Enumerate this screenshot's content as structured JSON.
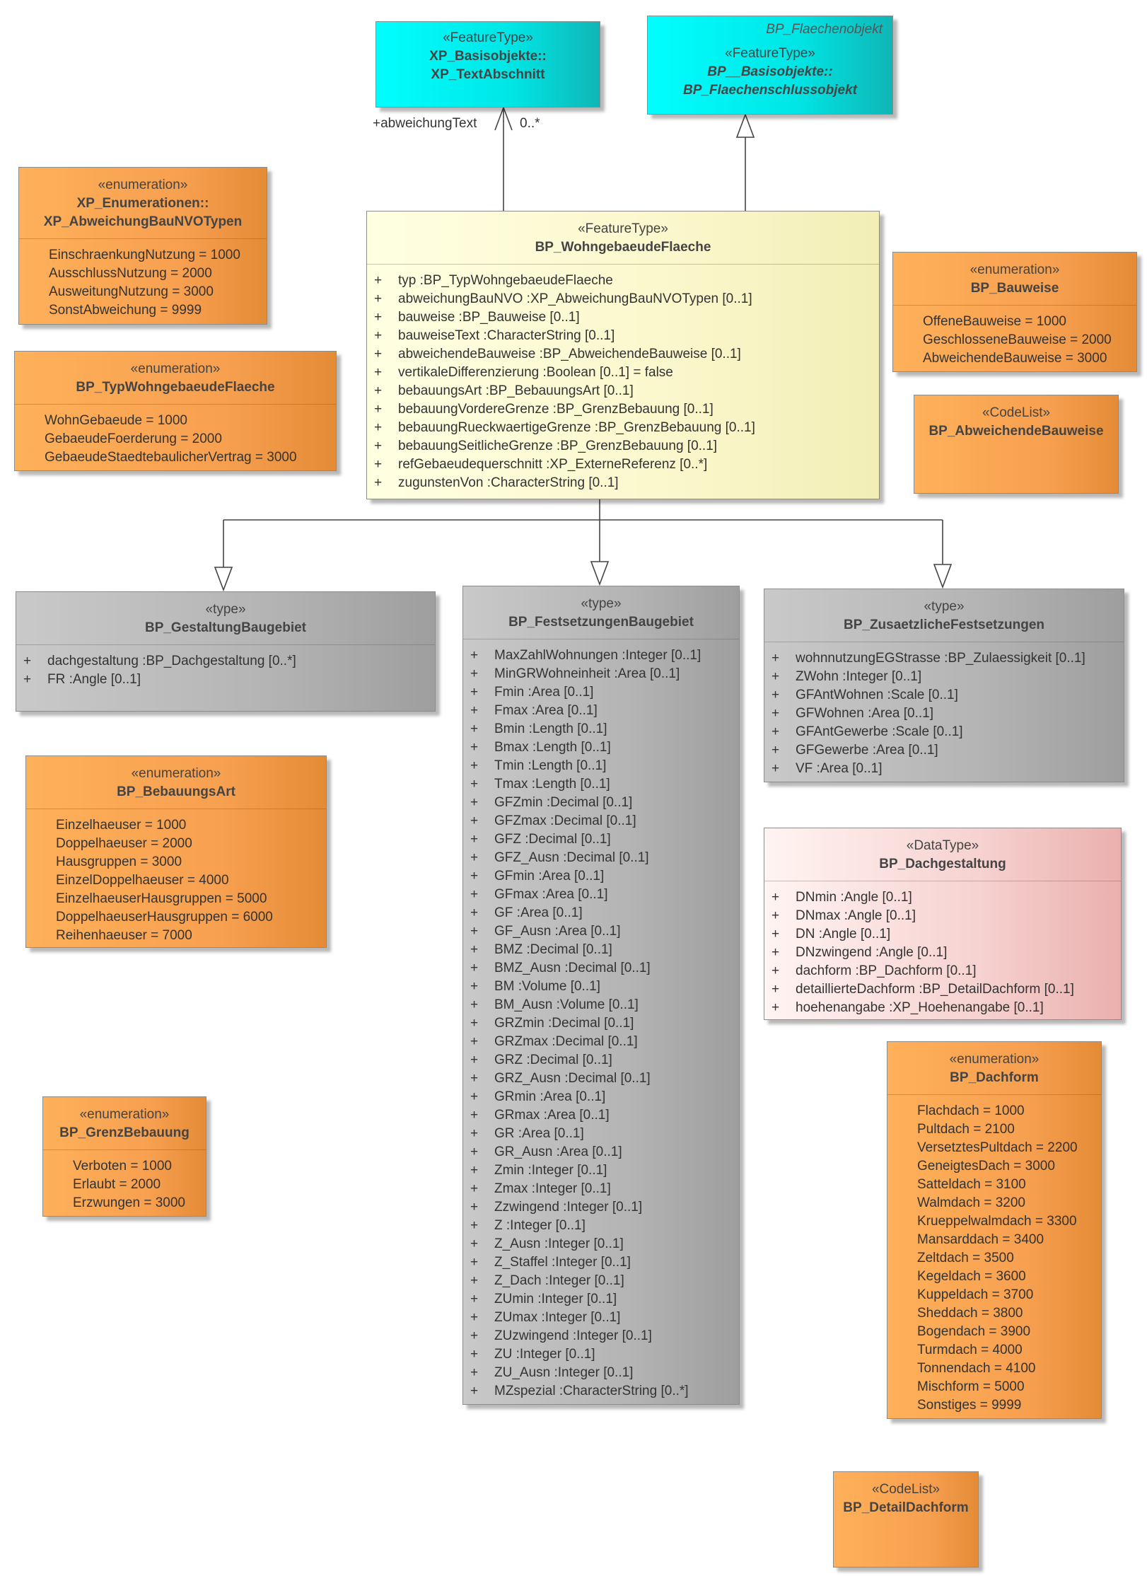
{
  "assoc": {
    "role": "+abweichungText",
    "multiplicity": "0..*"
  },
  "xp_text": {
    "stereotype": "«FeatureType»",
    "name_1": "XP_Basisobjekte::",
    "name_2": "XP_TextAbschnitt"
  },
  "bp_flaechen": {
    "note": "BP_Flaechenobjekt",
    "stereotype": "«FeatureType»",
    "name_1": "BP__Basisobjekte::",
    "name_2": "BP_Flaechenschlussobjekt"
  },
  "enum_abw": {
    "stereotype": "«enumeration»",
    "name_1": "XP_Enumerationen::",
    "name_2": "XP_AbweichungBauNVOTypen",
    "literals": [
      "EinschraenkungNutzung = 1000",
      "AusschlussNutzung = 2000",
      "AusweitungNutzung = 3000",
      "SonstAbweichung = 9999"
    ]
  },
  "enum_typwohn": {
    "stereotype": "«enumeration»",
    "name": "BP_TypWohngebaeudeFlaeche",
    "literals": [
      "WohnGebaeude = 1000",
      "GebaeudeFoerderung = 2000",
      "GebaeudeStaedtebaulicherVertrag = 3000"
    ]
  },
  "main": {
    "stereotype": "«FeatureType»",
    "name": "BP_WohngebaeudeFlaeche",
    "attributes": [
      {
        "vis": "+",
        "text": "typ  :BP_TypWohngebaeudeFlaeche"
      },
      {
        "vis": "+",
        "text": "abweichungBauNVO  :XP_AbweichungBauNVOTypen [0..1]"
      },
      {
        "vis": "+",
        "text": "bauweise  :BP_Bauweise [0..1]"
      },
      {
        "vis": "+",
        "text": "bauweiseText  :CharacterString [0..1]"
      },
      {
        "vis": "+",
        "text": "abweichendeBauweise  :BP_AbweichendeBauweise [0..1]"
      },
      {
        "vis": "+",
        "text": "vertikaleDifferenzierung  :Boolean [0..1] = false"
      },
      {
        "vis": "+",
        "text": "bebauungsArt  :BP_BebauungsArt [0..1]"
      },
      {
        "vis": "+",
        "text": "bebauungVordereGrenze  :BP_GrenzBebauung [0..1]"
      },
      {
        "vis": "+",
        "text": "bebauungRueckwaertigeGrenze  :BP_GrenzBebauung [0..1]"
      },
      {
        "vis": "+",
        "text": "bebauungSeitlicheGrenze  :BP_GrenzBebauung [0..1]"
      },
      {
        "vis": "+",
        "text": "refGebaeudequerschnitt  :XP_ExterneReferenz [0..*]"
      },
      {
        "vis": "+",
        "text": "zugunstenVon  :CharacterString [0..1]"
      }
    ]
  },
  "enum_bauweise": {
    "stereotype": "«enumeration»",
    "name": "BP_Bauweise",
    "literals": [
      "OffeneBauweise = 1000",
      "GeschlosseneBauweise = 2000",
      "AbweichendeBauweise = 3000"
    ]
  },
  "codelist_abw": {
    "stereotype": "«CodeList»",
    "name": "BP_AbweichendeBauweise"
  },
  "gestaltung": {
    "stereotype": "«type»",
    "name": "BP_GestaltungBaugebiet",
    "attributes": [
      {
        "vis": "+",
        "text": "dachgestaltung  :BP_Dachgestaltung [0..*]"
      },
      {
        "vis": "+",
        "text": "FR  :Angle [0..1]"
      }
    ]
  },
  "festsetzungen": {
    "stereotype": "«type»",
    "name": "BP_FestsetzungenBaugebiet",
    "attributes": [
      {
        "vis": "+",
        "text": "MaxZahlWohnungen  :Integer [0..1]"
      },
      {
        "vis": "+",
        "text": "MinGRWohneinheit  :Area [0..1]"
      },
      {
        "vis": "+",
        "text": "Fmin  :Area [0..1]"
      },
      {
        "vis": "+",
        "text": "Fmax  :Area [0..1]"
      },
      {
        "vis": "+",
        "text": "Bmin  :Length [0..1]"
      },
      {
        "vis": "+",
        "text": "Bmax  :Length [0..1]"
      },
      {
        "vis": "+",
        "text": "Tmin  :Length [0..1]"
      },
      {
        "vis": "+",
        "text": "Tmax  :Length [0..1]"
      },
      {
        "vis": "+",
        "text": "GFZmin  :Decimal [0..1]"
      },
      {
        "vis": "+",
        "text": "GFZmax  :Decimal [0..1]"
      },
      {
        "vis": "+",
        "text": "GFZ  :Decimal [0..1]"
      },
      {
        "vis": "+",
        "text": "GFZ_Ausn  :Decimal [0..1]"
      },
      {
        "vis": "+",
        "text": "GFmin  :Area [0..1]"
      },
      {
        "vis": "+",
        "text": "GFmax  :Area [0..1]"
      },
      {
        "vis": "+",
        "text": "GF  :Area [0..1]"
      },
      {
        "vis": "+",
        "text": "GF_Ausn  :Area [0..1]"
      },
      {
        "vis": "+",
        "text": "BMZ  :Decimal [0..1]"
      },
      {
        "vis": "+",
        "text": "BMZ_Ausn  :Decimal [0..1]"
      },
      {
        "vis": "+",
        "text": "BM  :Volume [0..1]"
      },
      {
        "vis": "+",
        "text": "BM_Ausn  :Volume [0..1]"
      },
      {
        "vis": "+",
        "text": "GRZmin  :Decimal [0..1]"
      },
      {
        "vis": "+",
        "text": "GRZmax  :Decimal [0..1]"
      },
      {
        "vis": "+",
        "text": "GRZ  :Decimal [0..1]"
      },
      {
        "vis": "+",
        "text": "GRZ_Ausn  :Decimal [0..1]"
      },
      {
        "vis": "+",
        "text": "GRmin  :Area [0..1]"
      },
      {
        "vis": "+",
        "text": "GRmax  :Area [0..1]"
      },
      {
        "vis": "+",
        "text": "GR  :Area [0..1]"
      },
      {
        "vis": "+",
        "text": "GR_Ausn  :Area [0..1]"
      },
      {
        "vis": "+",
        "text": "Zmin  :Integer [0..1]"
      },
      {
        "vis": "+",
        "text": "Zmax  :Integer [0..1]"
      },
      {
        "vis": "+",
        "text": "Zzwingend  :Integer [0..1]"
      },
      {
        "vis": "+",
        "text": "Z  :Integer [0..1]"
      },
      {
        "vis": "+",
        "text": "Z_Ausn  :Integer [0..1]"
      },
      {
        "vis": "+",
        "text": "Z_Staffel  :Integer [0..1]"
      },
      {
        "vis": "+",
        "text": "Z_Dach  :Integer [0..1]"
      },
      {
        "vis": "+",
        "text": "ZUmin  :Integer [0..1]"
      },
      {
        "vis": "+",
        "text": "ZUmax  :Integer [0..1]"
      },
      {
        "vis": "+",
        "text": "ZUzwingend  :Integer [0..1]"
      },
      {
        "vis": "+",
        "text": "ZU  :Integer [0..1]"
      },
      {
        "vis": "+",
        "text": "ZU_Ausn  :Integer [0..1]"
      },
      {
        "vis": "+",
        "text": "MZspezial  :CharacterString [0..*]"
      }
    ]
  },
  "zusaetzliche": {
    "stereotype": "«type»",
    "name": "BP_ZusaetzlicheFestsetzungen",
    "attributes": [
      {
        "vis": "+",
        "text": "wohnnutzungEGStrasse  :BP_Zulaessigkeit [0..1]"
      },
      {
        "vis": "+",
        "text": "ZWohn  :Integer [0..1]"
      },
      {
        "vis": "+",
        "text": "GFAntWohnen  :Scale [0..1]"
      },
      {
        "vis": "+",
        "text": "GFWohnen  :Area [0..1]"
      },
      {
        "vis": "+",
        "text": "GFAntGewerbe  :Scale [0..1]"
      },
      {
        "vis": "+",
        "text": "GFGewerbe  :Area [0..1]"
      },
      {
        "vis": "+",
        "text": "VF  :Area [0..1]"
      }
    ]
  },
  "enum_bebauungsart": {
    "stereotype": "«enumeration»",
    "name": "BP_BebauungsArt",
    "literals": [
      "Einzelhaeuser = 1000",
      "Doppelhaeuser = 2000",
      "Hausgruppen = 3000",
      "EinzelDoppelhaeuser = 4000",
      "EinzelhaeuserHausgruppen = 5000",
      "DoppelhaeuserHausgruppen = 6000",
      "Reihenhaeuser = 7000"
    ]
  },
  "dachgestaltung": {
    "stereotype": "«DataType»",
    "name": "BP_Dachgestaltung",
    "attributes": [
      {
        "vis": "+",
        "text": "DNmin  :Angle [0..1]"
      },
      {
        "vis": "+",
        "text": "DNmax  :Angle [0..1]"
      },
      {
        "vis": "+",
        "text": "DN  :Angle [0..1]"
      },
      {
        "vis": "+",
        "text": "DNzwingend  :Angle [0..1]"
      },
      {
        "vis": "+",
        "text": "dachform  :BP_Dachform [0..1]"
      },
      {
        "vis": "+",
        "text": "detaillierteDachform  :BP_DetailDachform [0..1]"
      },
      {
        "vis": "+",
        "text": "hoehenangabe  :XP_Hoehenangabe [0..1]"
      }
    ]
  },
  "enum_grenz": {
    "stereotype": "«enumeration»",
    "name": "BP_GrenzBebauung",
    "literals": [
      "Verboten = 1000",
      "Erlaubt = 2000",
      "Erzwungen = 3000"
    ]
  },
  "enum_dachform": {
    "stereotype": "«enumeration»",
    "name": "BP_Dachform",
    "literals": [
      "Flachdach = 1000",
      "Pultdach = 2100",
      "VersetztesPultdach = 2200",
      "GeneigtesDach = 3000",
      "Satteldach = 3100",
      "Walmdach = 3200",
      "Krueppelwalmdach = 3300",
      "Mansarddach = 3400",
      "Zeltdach = 3500",
      "Kegeldach = 3600",
      "Kuppeldach = 3700",
      "Sheddach = 3800",
      "Bogendach = 3900",
      "Turmdach = 4000",
      "Tonnendach = 4100",
      "Mischform = 5000",
      "Sonstiges = 9999"
    ]
  },
  "codelist_detail": {
    "stereotype": "«CodeList»",
    "name": "BP_DetailDachform"
  }
}
